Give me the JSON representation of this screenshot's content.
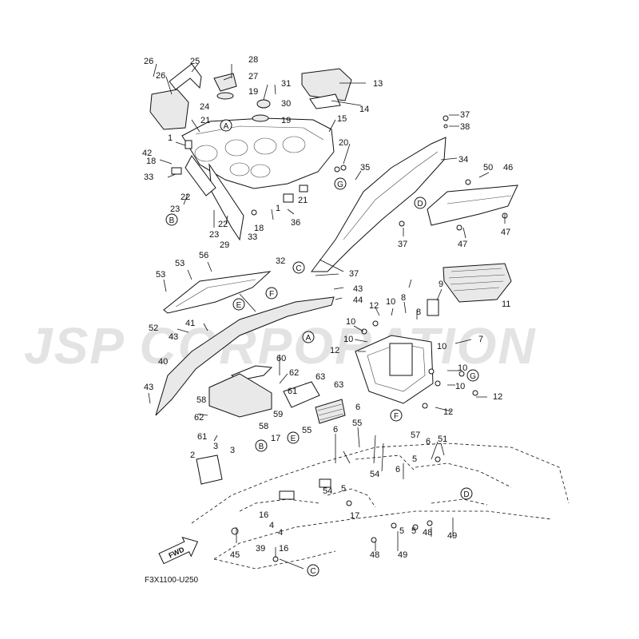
{
  "watermark": "JSP CORPORATION",
  "diagram_code": "F3X1100-U250",
  "fwd_label": "FWD",
  "callouts": [
    "1",
    "1",
    "2",
    "3",
    "3",
    "4",
    "4",
    "5",
    "5",
    "5",
    "5",
    "6",
    "6",
    "6",
    "6",
    "7",
    "8",
    "8",
    "9",
    "10",
    "10",
    "10",
    "10",
    "10",
    "10",
    "11",
    "12",
    "12",
    "12",
    "12",
    "13",
    "14",
    "15",
    "16",
    "16",
    "17",
    "17",
    "18",
    "18",
    "19",
    "19",
    "20",
    "21",
    "21",
    "22",
    "22",
    "23",
    "23",
    "24",
    "25",
    "26",
    "26",
    "27",
    "28",
    "29",
    "30",
    "31",
    "32",
    "33",
    "33",
    "34",
    "35",
    "36",
    "37",
    "37",
    "37",
    "38",
    "39",
    "40",
    "41",
    "42",
    "43",
    "43",
    "43",
    "44",
    "45",
    "46",
    "47",
    "47",
    "48",
    "48",
    "49",
    "49",
    "50",
    "51",
    "52",
    "53",
    "53",
    "54",
    "54",
    "55",
    "55",
    "56",
    "57",
    "58",
    "58",
    "59",
    "60",
    "61",
    "61",
    "62",
    "62",
    "63",
    "63"
  ],
  "ref_circles": [
    "A",
    "A",
    "B",
    "B",
    "C",
    "C",
    "D",
    "D",
    "E",
    "E",
    "F",
    "F",
    "G",
    "G"
  ]
}
